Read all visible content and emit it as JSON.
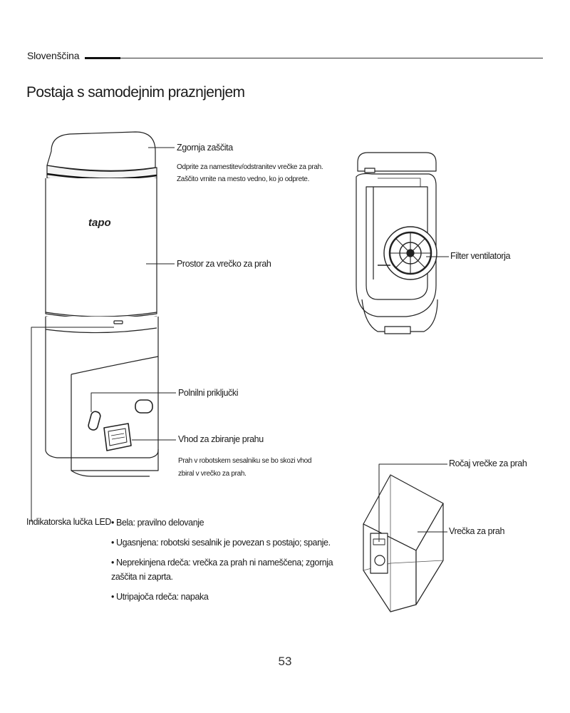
{
  "header": {
    "language": "Slovenščina",
    "title": "Postaja s samodejnim praznjenjem"
  },
  "station": {
    "brand": "tapo",
    "top_cover": {
      "label": "Zgornja zaščita",
      "note_line1": "Odprite za namestitev/odstranitev vrečke za prah.",
      "note_line2": "Zaščito vrnite na mesto vedno, ko jo odprete."
    },
    "dust_bag_compartment": {
      "label": "Prostor za vrečko za prah"
    },
    "charging_contacts": {
      "label": "Polnilni priključki"
    },
    "dust_inlet": {
      "label": "Vhod za zbiranje prahu",
      "note_line1": "Prah v robotskem sesalniku se bo skozi vhod",
      "note_line2": "zbiral v vrečko za prah."
    },
    "led": {
      "label": "Indikatorska lučka LED",
      "states": [
        "• Bela: pravilno delovanje",
        "• Ugasnjena: robotski sesalnik je povezan s postajo; spanje.",
        "• Neprekinjena rdeča: vrečka za prah ni nameščena; zgornja zaščita ni zaprta.",
        "• Utripajoča rdeča: napaka"
      ]
    }
  },
  "fan_filter": {
    "label": "Filter ventilatorja"
  },
  "dust_bag": {
    "handle_label": "Ročaj vrečke za prah",
    "bag_label": "Vrečka za prah"
  },
  "footer": {
    "page_number": "53"
  }
}
